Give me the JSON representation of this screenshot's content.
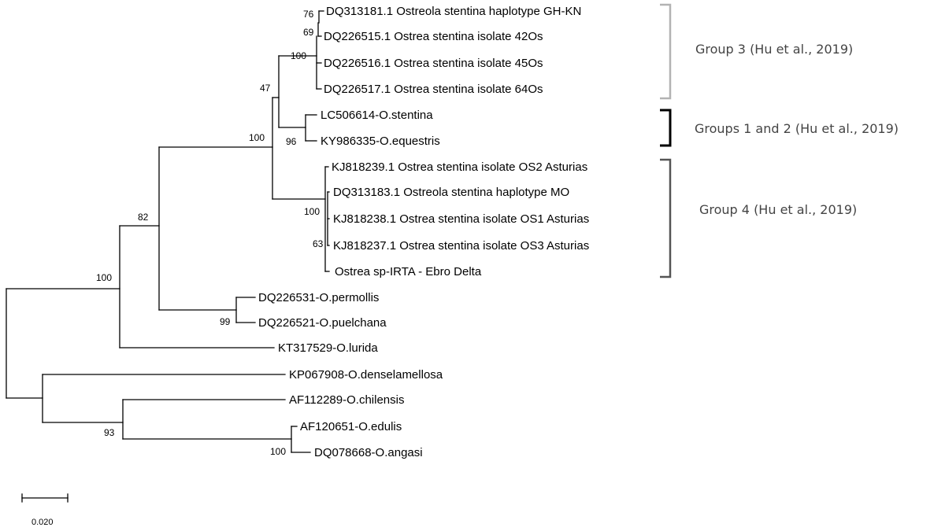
{
  "leaves": {
    "gh_kn": "DQ313181.1 Ostreola stentina haplotype GH-KN",
    "os42": "DQ226515.1 Ostrea stentina isolate 42Os",
    "os45": "DQ226516.1 Ostrea stentina isolate 45Os",
    "os64": "DQ226517.1 Ostrea stentina isolate 64Os",
    "lc506614": "LC506614-O.stentina",
    "ky986335": "KY986335-O.equestris",
    "os2": "KJ818239.1 Ostrea stentina isolate OS2 Asturias",
    "mo": "DQ313183.1 Ostreola stentina haplotype MO",
    "os1": "KJ818238.1 Ostrea stentina isolate OS1 Asturias",
    "os3": "KJ818237.1 Ostrea stentina isolate OS3 Asturias",
    "irta": "Ostrea sp-IRTA - Ebro Delta",
    "permollis": "DQ226531-O.permollis",
    "puelchana": "DQ226521-O.puelchana",
    "lurida": "KT317529-O.lurida",
    "denselamellosa": "KP067908-O.denselamellosa",
    "chilensis": "AF112289-O.chilensis",
    "edulis": "AF120651-O.edulis",
    "angasi": "DQ078668-O.angasi"
  },
  "supports": {
    "s76": "76",
    "s69": "69",
    "s100_g3": "100",
    "s47": "47",
    "s100_stentina": "100",
    "s96": "96",
    "s100_g4": "100",
    "s63": "63",
    "s82": "82",
    "s100_main": "100",
    "s99": "99",
    "s93": "93",
    "s100_edulis": "100"
  },
  "groups": {
    "group3": "Group 3 (Hu et al., 2019)",
    "group12": "Groups 1 and 2 (Hu et al., 2019)",
    "group4": "Group 4 (Hu et al., 2019)"
  },
  "group_colors": {
    "group3": "#b3b3b3",
    "group12": "#000000",
    "group4": "#555555"
  },
  "scale_bar": {
    "label": "0.020",
    "value": 0.02
  }
}
